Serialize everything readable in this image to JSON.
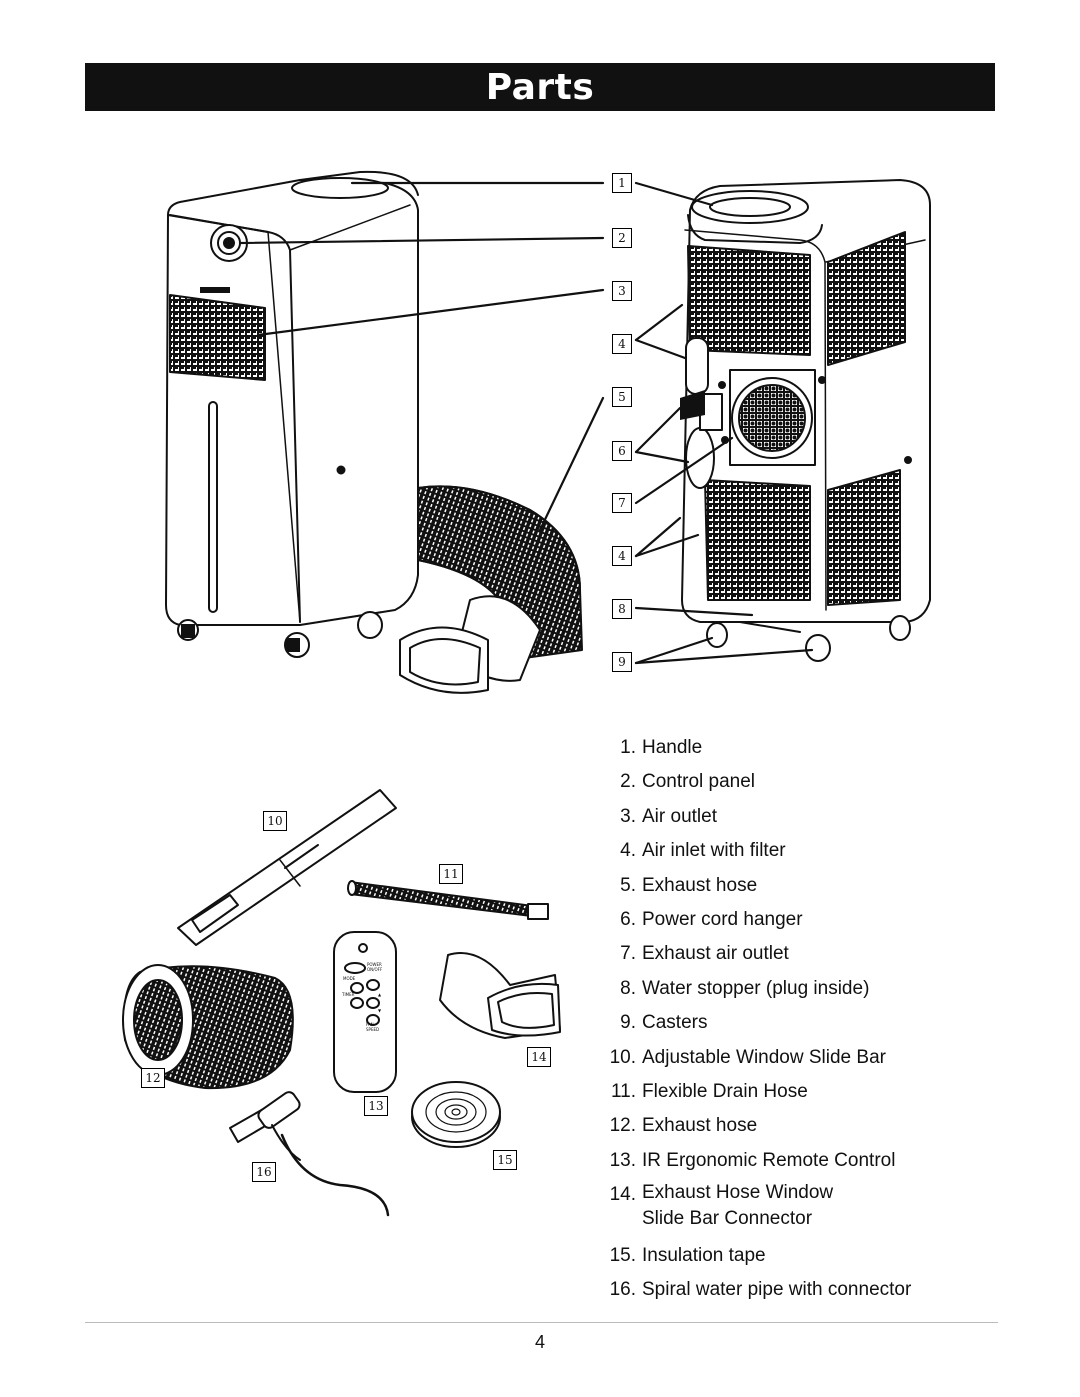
{
  "header": {
    "title": "Parts"
  },
  "callouts": [
    "1",
    "2",
    "3",
    "4",
    "5",
    "6",
    "7",
    "4",
    "8",
    "9",
    "10",
    "11",
    "12",
    "13",
    "14",
    "15",
    "16"
  ],
  "remote": {
    "labels": [
      "POWER ON/OFF",
      "MODE",
      "TIMER",
      "▲",
      "▼",
      "FAN SPEED"
    ]
  },
  "parts": [
    {
      "num": "1.",
      "label": "Handle"
    },
    {
      "num": "2.",
      "label": "Control panel"
    },
    {
      "num": "3.",
      "label": "Air outlet"
    },
    {
      "num": "4.",
      "label": "Air inlet with filter"
    },
    {
      "num": "5.",
      "label": "Exhaust hose"
    },
    {
      "num": "6.",
      "label": "Power cord hanger"
    },
    {
      "num": "7.",
      "label": "Exhaust air outlet"
    },
    {
      "num": "8.",
      "label": "Water stopper (plug inside)"
    },
    {
      "num": "9.",
      "label": "Casters"
    },
    {
      "num": "10.",
      "label": "Adjustable Window Slide Bar"
    },
    {
      "num": "11.",
      "label": "Flexible Drain Hose"
    },
    {
      "num": "12.",
      "label": "Exhaust hose"
    },
    {
      "num": "13.",
      "label": "IR Ergonomic Remote Control"
    },
    {
      "num": "14.",
      "label": "Exhaust Hose Window",
      "label2": "Slide Bar Connector"
    },
    {
      "num": "15.",
      "label": "Insulation tape"
    },
    {
      "num": "16.",
      "label": "Spiral water pipe with connector"
    }
  ],
  "footer": {
    "page_number": "4"
  }
}
